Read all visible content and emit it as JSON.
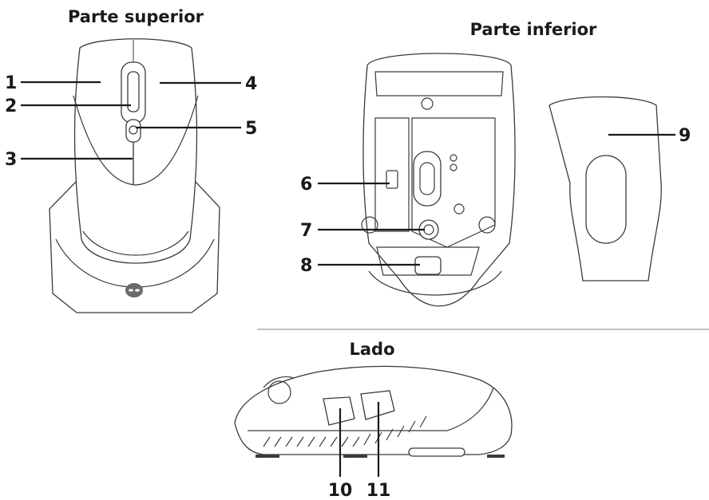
{
  "views": {
    "top": {
      "title": "Parte superior"
    },
    "bottom": {
      "title": "Parte inferior"
    },
    "side": {
      "title": "Lado"
    }
  },
  "callouts": [
    "1",
    "2",
    "3",
    "4",
    "5",
    "6",
    "7",
    "8",
    "9",
    "10",
    "11"
  ]
}
